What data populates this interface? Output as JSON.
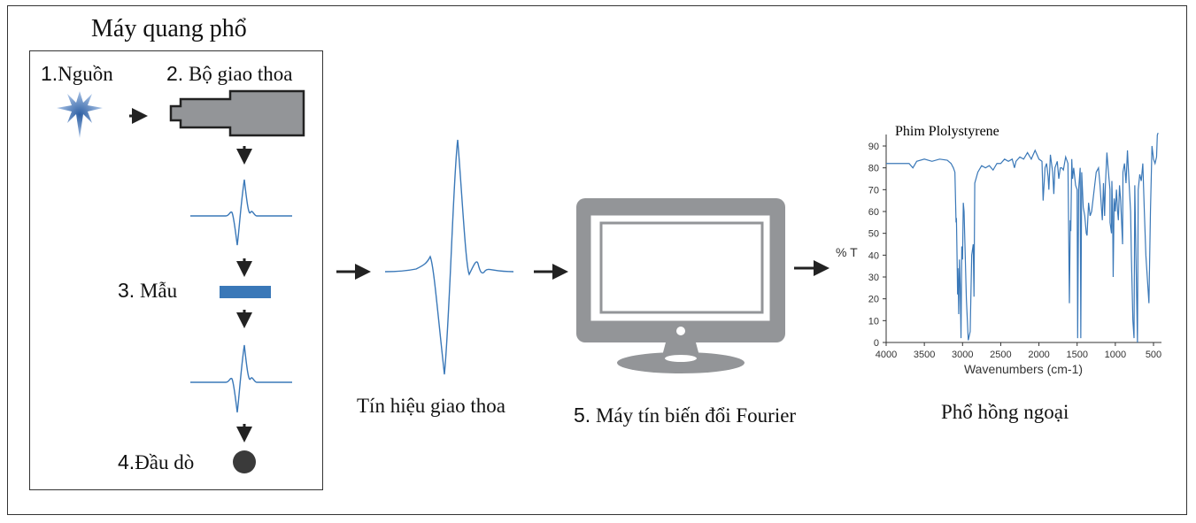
{
  "spectrometer": {
    "title": "Máy quang phổ",
    "steps": [
      {
        "num": "1.",
        "label": "Nguồn"
      },
      {
        "num": "2.",
        "label": "Bộ giao thoa"
      },
      {
        "num": "3.",
        "label": "Mẫu"
      },
      {
        "num": "4.",
        "label": "Đầu dò"
      }
    ]
  },
  "interferogram_label": "Tín hiệu giao thoa",
  "computer": {
    "num": "5.",
    "label": "Máy tín biến đổi Fourier"
  },
  "spectrum_label": "Phổ hồng ngoại",
  "colors": {
    "signal": "#3a78b8",
    "device": "#939598",
    "sample": "#3a78b8",
    "detector": "#3a3a3a"
  },
  "chart_data": {
    "type": "line",
    "title": "Phim Plolystyrene",
    "xlabel": "Wavenumbers (cm-1)",
    "ylabel": "% T",
    "xlim": [
      4000,
      440
    ],
    "ylim": [
      0,
      96
    ],
    "xticks": [
      4000,
      3500,
      3000,
      2500,
      2000,
      1500,
      1000,
      500
    ],
    "yticks": [
      0,
      10,
      20,
      30,
      40,
      50,
      60,
      70,
      80,
      90
    ],
    "series": [
      {
        "name": "Polystyrene",
        "x": [
          4000,
          3700,
          3650,
          3600,
          3500,
          3400,
          3300,
          3200,
          3150,
          3120,
          3100,
          3085,
          3080,
          3070,
          3065,
          3060,
          3050,
          3040,
          3030,
          3020,
          3010,
          3000,
          2990,
          2980,
          2950,
          2925,
          2900,
          2880,
          2860,
          2850,
          2840,
          2800,
          2750,
          2700,
          2650,
          2600,
          2550,
          2500,
          2450,
          2400,
          2350,
          2320,
          2300,
          2250,
          2200,
          2150,
          2100,
          2050,
          2000,
          1960,
          1945,
          1920,
          1900,
          1880,
          1870,
          1850,
          1820,
          1805,
          1790,
          1760,
          1740,
          1720,
          1700,
          1680,
          1650,
          1620,
          1601,
          1590,
          1583,
          1570,
          1560,
          1545,
          1520,
          1500,
          1493,
          1480,
          1460,
          1452,
          1440,
          1420,
          1400,
          1380,
          1370,
          1350,
          1330,
          1310,
          1290,
          1250,
          1220,
          1200,
          1182,
          1170,
          1155,
          1140,
          1130,
          1110,
          1090,
          1070,
          1069,
          1050,
          1045,
          1035,
          1028,
          1015,
          1000,
          985,
          970,
          960,
          945,
          930,
          905,
          900,
          880,
          860,
          841,
          830,
          800,
          790,
          770,
          755,
          745,
          730,
          710,
          700,
          680,
          660,
          640,
          620,
          600,
          560,
          540,
          520,
          500,
          480,
          460,
          450,
          440
        ],
        "y": [
          82,
          82,
          80,
          83,
          84,
          83,
          84,
          83.5,
          82,
          80,
          78,
          55,
          57,
          35,
          22,
          34,
          13,
          38,
          25,
          2,
          44,
          38,
          64,
          60,
          20,
          1,
          5,
          40,
          45,
          21,
          73,
          78,
          81,
          80,
          81,
          79,
          82,
          82,
          84,
          83,
          84,
          80,
          83,
          85,
          84,
          87,
          84,
          88,
          84,
          83,
          65,
          80,
          82,
          76,
          70,
          86,
          78,
          68,
          80,
          83,
          75,
          80,
          80,
          79,
          85,
          82,
          18,
          56,
          51,
          84,
          75,
          80,
          72,
          70,
          2,
          70,
          80,
          2,
          78,
          62,
          58,
          50,
          49,
          64,
          58,
          60,
          66,
          78,
          80,
          72,
          62,
          56,
          73,
          58,
          72,
          87,
          78,
          70,
          55,
          50,
          74,
          60,
          30,
          66,
          60,
          70,
          60,
          56,
          72,
          65,
          45,
          78,
          82,
          73,
          88,
          80,
          60,
          40,
          10,
          2,
          72,
          40,
          0,
          70,
          77,
          74,
          82,
          60,
          40,
          18,
          60,
          90,
          84,
          82,
          85,
          95,
          96
        ]
      }
    ]
  }
}
